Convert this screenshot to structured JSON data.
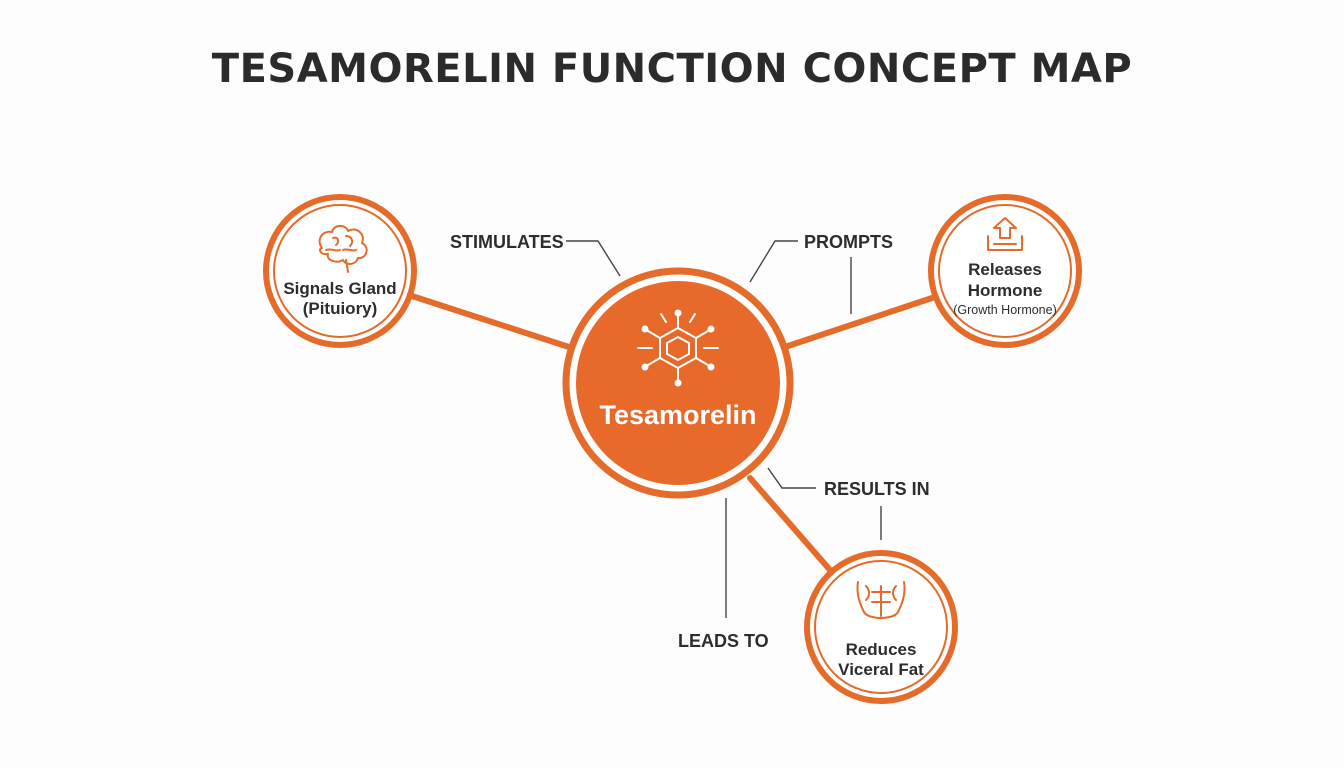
{
  "title": "TESAMORELIN FUNCTION CONCEPT MAP",
  "center": {
    "label": "Tesamorelin",
    "icon": "molecule-icon"
  },
  "nodes": [
    {
      "id": "pituitary",
      "lines": [
        "Signals Gland",
        "(Pituiory)"
      ],
      "icon": "brain-icon"
    },
    {
      "id": "hormone",
      "lines": [
        "Releases",
        "Hormone"
      ],
      "sub": "(Growth Hormone)",
      "icon": "upload-arrow-icon"
    },
    {
      "id": "fat",
      "lines": [
        "Reduces",
        "Viceral Fat"
      ],
      "icon": "abdomen-icon"
    }
  ],
  "relations": {
    "stimulates": "STIMULATES",
    "prompts": "PROMPTS",
    "results_in": "RESULTS IN",
    "leads_to": "LEADS TO"
  },
  "colors": {
    "accent": "#e46b2a",
    "text": "#2d2d2d",
    "background": "#fdfdfd"
  }
}
